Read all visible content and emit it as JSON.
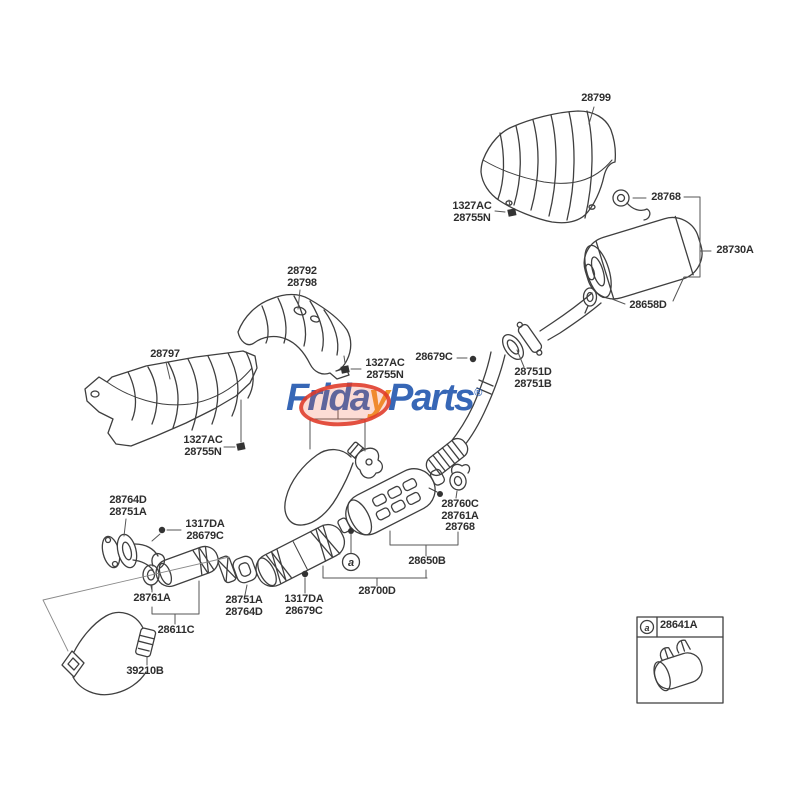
{
  "watermark": {
    "part1": "Frida",
    "part2": "y",
    "part3": "Parts",
    "registered": "®",
    "blue": "#2d5fb3",
    "orange": "#f0921e",
    "ellipse_red": "#de3726"
  },
  "markers": {
    "a_symbol": "a"
  },
  "labels": {
    "shield_upper": "28799",
    "bolt_upper": "1327AC\n28755N",
    "hanger_rear_upper": "28768",
    "muffler_rear": "28730A",
    "hanger_rear_lower": "28658D",
    "shield_middle": "28792\n28798",
    "shield_front": "28797",
    "bolt_middle": "1327AC\n28755N",
    "bolt_flange_upper": "28679C",
    "gasket_rear": "28751D\n28751B",
    "bolt_front": "1327AC\n28755N",
    "flange_front": "28764D\n28751A",
    "bolt_front_pipe": "1317DA\n28679C",
    "hanger_center": "28760C\n28761A\n28768",
    "muffler_center": "28650B",
    "hanger_front": "28761A",
    "gasket_center": "28751A\n28764D",
    "bolt_center": "1317DA\n28679C",
    "pipe_center_assembly": "28700D",
    "pipe_front_assembly": "28611C",
    "oxygen_sensor": "39210B",
    "detail_clamp": "28641A"
  }
}
